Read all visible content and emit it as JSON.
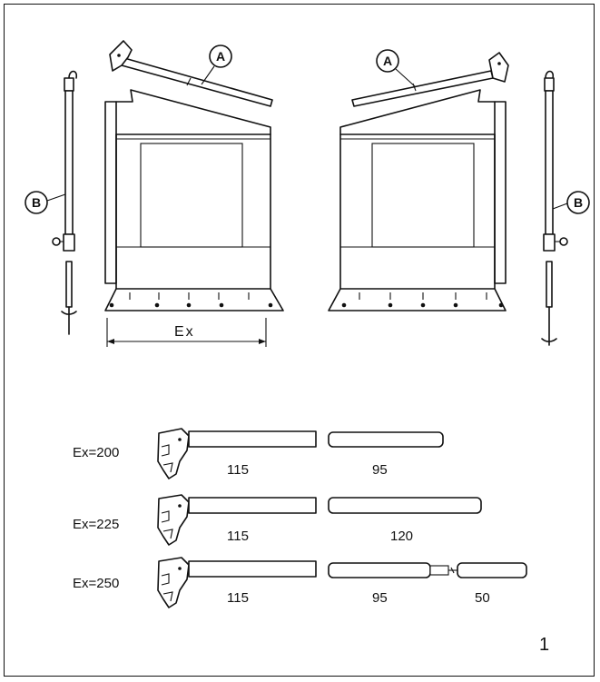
{
  "callouts": {
    "a": "A",
    "b": "B"
  },
  "width_label": "Ex",
  "rows": [
    {
      "ex_label": "Ex=200",
      "left_dim": "115",
      "right_dims": [
        "95"
      ]
    },
    {
      "ex_label": "Ex=225",
      "left_dim": "115",
      "right_dims": [
        "120"
      ]
    },
    {
      "ex_label": "Ex=250",
      "left_dim": "115",
      "right_dims": [
        "95",
        "50"
      ]
    }
  ],
  "page_number": "1"
}
